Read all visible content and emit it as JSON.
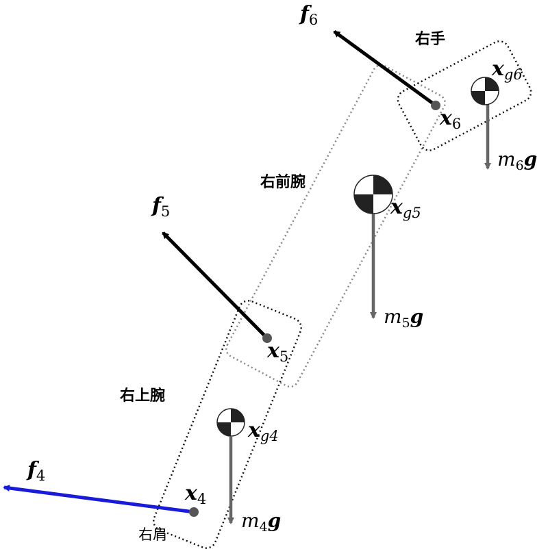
{
  "labels": {
    "right_hand": "右手",
    "right_forearm": "右前腕",
    "right_upper_arm": "右上腕",
    "right_shoulder": "右肩"
  },
  "symbols": {
    "f4": {
      "main": "f",
      "sub": "4"
    },
    "f5": {
      "main": "f",
      "sub": "5"
    },
    "f6": {
      "main": "f",
      "sub": "6"
    },
    "x4": {
      "main": "x",
      "sub": "4"
    },
    "x5": {
      "main": "x",
      "sub": "5"
    },
    "x6": {
      "main": "x",
      "sub": "6"
    },
    "xg4": {
      "main": "x",
      "sub": "g4"
    },
    "xg5": {
      "main": "x",
      "sub": "g5"
    },
    "xg6": {
      "main": "x",
      "sub": "g6"
    },
    "m4g": {
      "m": "m",
      "sub": "4",
      "g": "g"
    },
    "m5g": {
      "m": "m",
      "sub": "5",
      "g": "g"
    },
    "m6g": {
      "m": "m",
      "sub": "6",
      "g": "g"
    }
  },
  "colors": {
    "force_black": "#000000",
    "force_shoulder": "#1a1adb",
    "gravity": "#666666",
    "joint_dot": "#555555",
    "segment_box_upper_hand": "#111111",
    "segment_box_forearm": "#888888",
    "com_marker": "#222222"
  }
}
